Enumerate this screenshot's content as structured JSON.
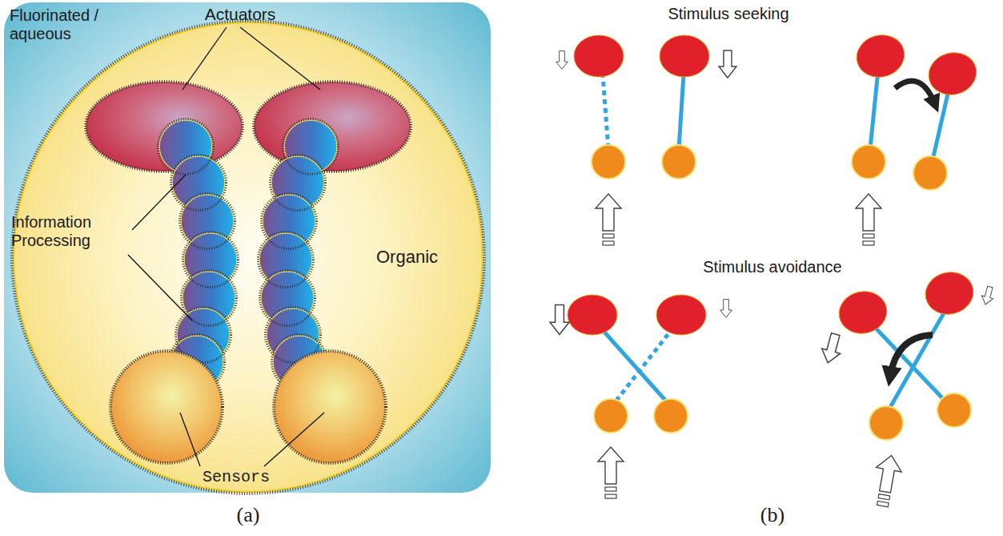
{
  "diagram": {
    "labels": [
      "Fluorinated / aqueous",
      "Actuators",
      "Information Processing",
      "Organic",
      "Sensors",
      "(a)",
      "Stimulus seeking",
      "Stimulus avoidance",
      "(b)"
    ]
  }
}
